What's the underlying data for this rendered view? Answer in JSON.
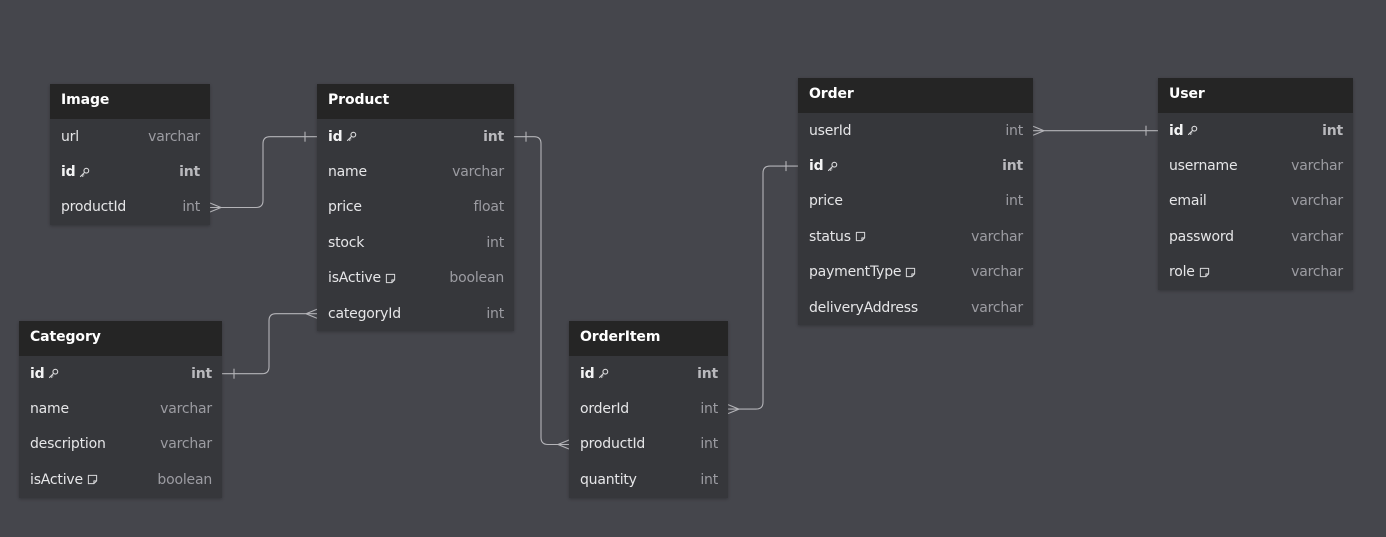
{
  "diagram": {
    "colors": {
      "background": "#45464c",
      "header": "#252525",
      "body": "#36373b",
      "connector": "#b4b4b8"
    },
    "tables": [
      {
        "key": "image",
        "name": "Image",
        "columns": [
          {
            "name": "url",
            "type": "varchar"
          },
          {
            "name": "id",
            "type": "int",
            "pk": true
          },
          {
            "name": "productId",
            "type": "int"
          }
        ]
      },
      {
        "key": "product",
        "name": "Product",
        "columns": [
          {
            "name": "id",
            "type": "int",
            "pk": true
          },
          {
            "name": "name",
            "type": "varchar"
          },
          {
            "name": "price",
            "type": "float"
          },
          {
            "name": "stock",
            "type": "int"
          },
          {
            "name": "isActive",
            "type": "boolean",
            "note": true
          },
          {
            "name": "categoryId",
            "type": "int"
          }
        ]
      },
      {
        "key": "category",
        "name": "Category",
        "columns": [
          {
            "name": "id",
            "type": "int",
            "pk": true
          },
          {
            "name": "name",
            "type": "varchar"
          },
          {
            "name": "description",
            "type": "varchar"
          },
          {
            "name": "isActive",
            "type": "boolean",
            "note": true
          }
        ]
      },
      {
        "key": "orderitem",
        "name": "OrderItem",
        "columns": [
          {
            "name": "id",
            "type": "int",
            "pk": true
          },
          {
            "name": "orderId",
            "type": "int"
          },
          {
            "name": "productId",
            "type": "int"
          },
          {
            "name": "quantity",
            "type": "int"
          }
        ]
      },
      {
        "key": "order",
        "name": "Order",
        "columns": [
          {
            "name": "userId",
            "type": "int"
          },
          {
            "name": "id",
            "type": "int",
            "pk": true
          },
          {
            "name": "price",
            "type": "int"
          },
          {
            "name": "status",
            "type": "varchar",
            "note": true
          },
          {
            "name": "paymentType",
            "type": "varchar",
            "note": true
          },
          {
            "name": "deliveryAddress",
            "type": "varchar"
          }
        ]
      },
      {
        "key": "user",
        "name": "User",
        "columns": [
          {
            "name": "id",
            "type": "int",
            "pk": true
          },
          {
            "name": "username",
            "type": "varchar"
          },
          {
            "name": "email",
            "type": "varchar"
          },
          {
            "name": "password",
            "type": "varchar"
          },
          {
            "name": "role",
            "type": "varchar",
            "note": true
          }
        ]
      }
    ],
    "relations": [
      {
        "from": "image.productId",
        "to": "product.id",
        "type": "many-to-one"
      },
      {
        "from": "product.categoryId",
        "to": "category.id",
        "type": "many-to-one"
      },
      {
        "from": "orderitem.productId",
        "to": "product.id",
        "type": "many-to-one"
      },
      {
        "from": "orderitem.orderId",
        "to": "order.id",
        "type": "many-to-one"
      },
      {
        "from": "order.userId",
        "to": "user.id",
        "type": "many-to-one"
      }
    ]
  }
}
